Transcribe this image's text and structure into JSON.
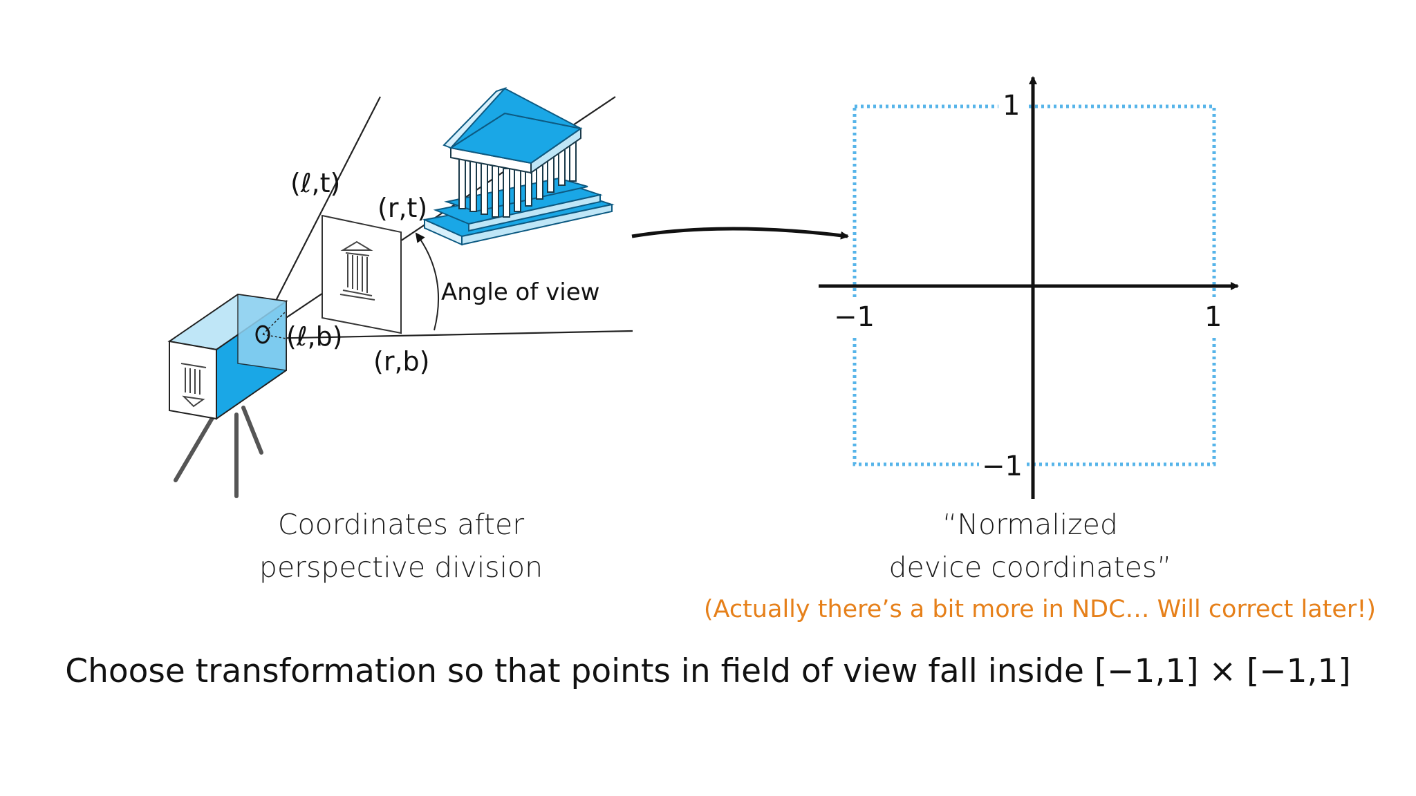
{
  "camera_diagram": {
    "labels": {
      "lt": "(ℓ,t)",
      "rt": "(r,t)",
      "lb": "(ℓ,b)",
      "rb": "(r,b)",
      "angle": "Angle of view"
    },
    "caption_line1": "Coordinates after",
    "caption_line2": "perspective division"
  },
  "ndc_diagram": {
    "x_min_label": "−1",
    "x_max_label": "1",
    "y_max_label": "1",
    "y_min_label": "−1",
    "caption_line1": "“Normalized",
    "caption_line2": "device coordinates”",
    "note": "(Actually there’s a bit more in NDC… Will correct later!)"
  },
  "statement": "Choose transformation so that points in field of view fall inside [−1,1] × [−1,1]",
  "colors": {
    "accent_blue": "#1aa7e6",
    "light_blue": "#bfe6f7",
    "dotted_box": "#56b4e9",
    "note_orange": "#e6801a",
    "ink": "#111111"
  },
  "icons": {
    "camera": "camera-icon",
    "temple": "temple-icon",
    "transform_arrow": "curved-arrow-icon"
  }
}
